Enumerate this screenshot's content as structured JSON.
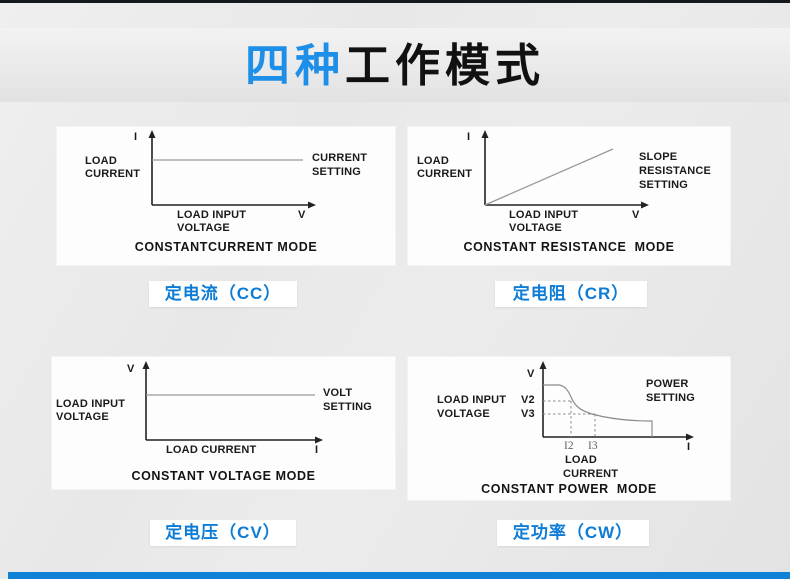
{
  "title": {
    "highlight": "四种",
    "rest": "工作模式"
  },
  "colors": {
    "title_highlight_blue": "#1e8fe8",
    "badge_text_blue": "#0d7cd6",
    "bottom_bar_blue": "#0f82d8",
    "top_bar_dark": "#15181d",
    "diagram_line_gray": "#8a8a8a"
  },
  "panels": {
    "cc": {
      "y_axis": "I",
      "x_axis": "V",
      "left": [
        "LOAD",
        "CURRENT"
      ],
      "right": [
        "CURRENT",
        "SETTING"
      ],
      "x_title": [
        "LOAD INPUT",
        "VOLTAGE"
      ],
      "caption": "CONSTANTCURRENT MODE",
      "badge": "定电流（CC）"
    },
    "cr": {
      "y_axis": "I",
      "x_axis": "V",
      "left": [
        "LOAD",
        "CURRENT"
      ],
      "right": [
        "SLOPE",
        "RESISTANCE",
        "SETTING"
      ],
      "x_title": [
        "LOAD INPUT",
        "VOLTAGE"
      ],
      "caption": "CONSTANT RESISTANCE  MODE",
      "badge": "定电阻（CR）"
    },
    "cv": {
      "y_axis": "V",
      "x_axis": "I",
      "left": [
        "LOAD INPUT",
        "VOLTAGE"
      ],
      "right": [
        "VOLT",
        "SETTING"
      ],
      "x_title": [
        "LOAD CURRENT"
      ],
      "caption": "CONSTANT VOLTAGE MODE",
      "badge": "定电压（CV）"
    },
    "cw": {
      "y_axis": "V",
      "x_axis": "I",
      "left": [
        "LOAD INPUT",
        "VOLTAGE"
      ],
      "right": [
        "POWER",
        "SETTING"
      ],
      "y_ticks": [
        "V2",
        "V3"
      ],
      "x_ticks": [
        "I2",
        "I3"
      ],
      "x_title": [
        "LOAD",
        "CURRENT"
      ],
      "caption": "CONSTANT POWER  MODE",
      "badge": "定功率（CW）"
    }
  }
}
